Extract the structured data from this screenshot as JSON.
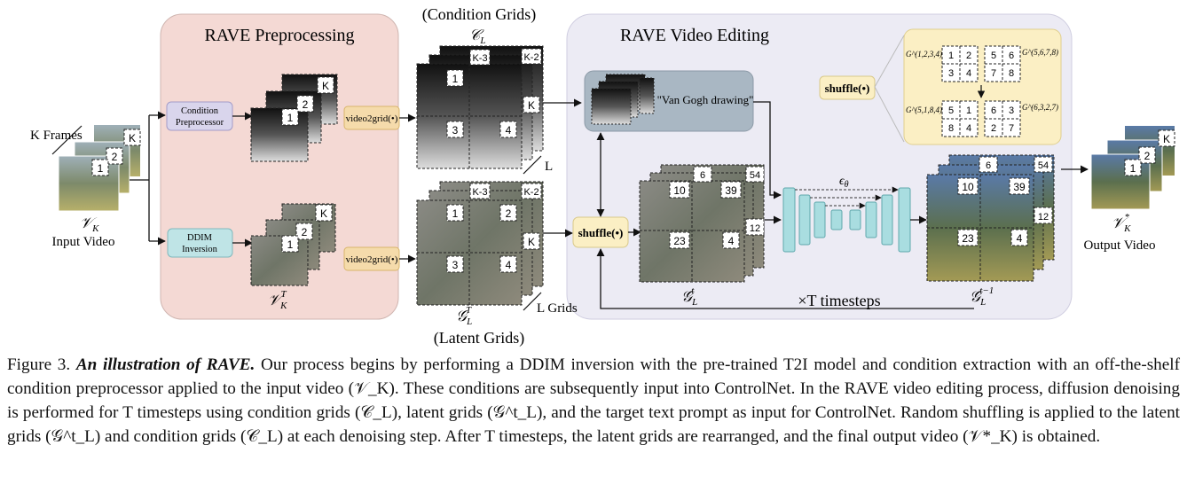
{
  "panels": {
    "preprocessing_title": "RAVE Preprocessing",
    "editing_title": "RAVE Video Editing"
  },
  "input": {
    "k_frames": "K Frames",
    "name": "Input Video",
    "frames": [
      "1",
      "2",
      "K"
    ]
  },
  "output": {
    "name": "Output Video"
  },
  "modules": {
    "condition_preprocessor_line1": "Condition",
    "condition_preprocessor_line2": "Preprocessor",
    "ddim_line1": "DDIM",
    "ddim_line2": "Inversion",
    "video2grid": "video2grid(•)",
    "shuffle": "shuffle(•)",
    "prompt": "\"Van Gogh drawing\""
  },
  "grids": {
    "condition_title": "(Condition Grids)",
    "latent_title": "(Latent Grids)",
    "condition_count": "L",
    "latent_count": "L Grids",
    "condition_cells": [
      "K-3",
      "K-2",
      "1",
      "K",
      "3",
      "4"
    ],
    "latent_cells": [
      "K-3",
      "K-2",
      "1",
      "2",
      "K",
      "3",
      "4"
    ],
    "shuffled_cells": [
      "6",
      "54",
      "10",
      "39",
      "12",
      "23",
      "4"
    ]
  },
  "shuffle_inset": {
    "top_left_label": "G^(1,2,3,4)",
    "top_right_label": "G^(5,6,7,8)",
    "bottom_left_label": "G^(5,1,8,4)",
    "bottom_right_label": "G^(6,3,2,7)",
    "top_left_cells": [
      "1",
      "2",
      "3",
      "4"
    ],
    "top_right_cells": [
      "5",
      "6",
      "7",
      "8"
    ],
    "bottom_left_cells": [
      "5",
      "1",
      "8",
      "4"
    ],
    "bottom_right_cells": [
      "6",
      "3",
      "2",
      "7"
    ]
  },
  "loop": {
    "timesteps": "×T timesteps"
  },
  "caption": {
    "lead": "An illustration of RAVE.",
    "figure_number": "Figure 3.",
    "body": "Our process begins by performing a DDIM inversion with the pre-trained T2I model and condition extraction with an off-the-shelf condition preprocessor applied to the input video (𝒱_K). These conditions are subsequently input into ControlNet. In the RAVE video editing process, diffusion denoising is performed for T timesteps using condition grids (𝒞_L), latent grids (𝒢^t_L), and the target text prompt as input for ControlNet. Random shuffling is applied to the latent grids (𝒢^t_L) and condition grids (𝒞_L) at each denoising step. After T timesteps, the latent grids are rearranged, and the final output video (𝒱*_K) is obtained."
  },
  "colors": {
    "preprocessing_panel": "#f4d9d4",
    "editing_panel": "#ecebf4",
    "condition_box": "#d9d5ec",
    "ddim_box": "#bfe4e6",
    "video2grid_box": "#f5dbab",
    "shuffle_box": "#fbefc4",
    "unet": "#a9dde0",
    "prompt_box": "#a9b7c3"
  }
}
